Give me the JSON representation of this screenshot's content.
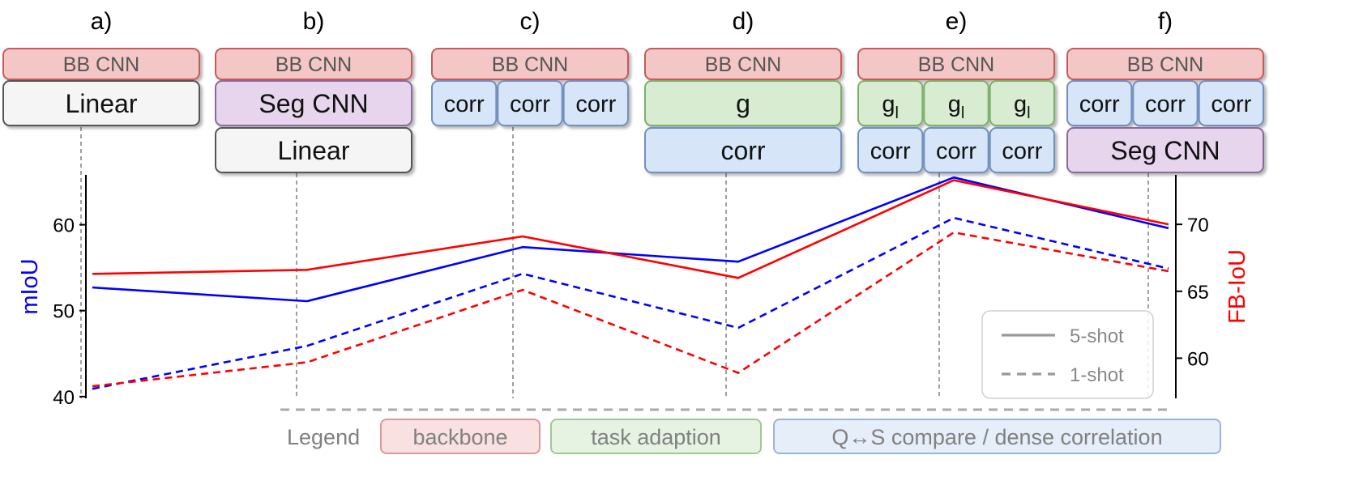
{
  "colors": {
    "backbone_fill": "#f4c7c7",
    "backbone_stroke": "#c85a5a",
    "linear_fill": "#f5f5f5",
    "linear_stroke": "#555555",
    "seg_fill": "#e6d5ec",
    "seg_stroke": "#8a6a9a",
    "corr_fill": "#d6e6f8",
    "corr_stroke": "#6f8fbf",
    "g_fill": "#d8ecd2",
    "g_stroke": "#7ab06a",
    "miou": "#0000ff",
    "fbiou": "#ff0000",
    "guide": "#888888"
  },
  "architectures": [
    {
      "label": "a)",
      "layers": [
        [
          "BB CNN"
        ],
        [
          "Linear"
        ]
      ]
    },
    {
      "label": "b)",
      "layers": [
        [
          "BB CNN"
        ],
        [
          "Seg CNN"
        ],
        [
          "Linear"
        ]
      ]
    },
    {
      "label": "c)",
      "layers": [
        [
          "BB CNN"
        ],
        [
          "corr",
          "corr",
          "corr"
        ]
      ]
    },
    {
      "label": "d)",
      "layers": [
        [
          "BB CNN"
        ],
        [
          "g"
        ],
        [
          "corr"
        ]
      ]
    },
    {
      "label": "e)",
      "layers": [
        [
          "BB CNN"
        ],
        [
          "g",
          "g",
          "g"
        ],
        [
          "corr",
          "corr",
          "corr"
        ]
      ]
    },
    {
      "label": "f)",
      "layers": [
        [
          "BB CNN"
        ],
        [
          "corr",
          "corr",
          "corr"
        ],
        [
          "Seg CNN"
        ]
      ]
    }
  ],
  "g_subscript": "l",
  "chart_data": {
    "type": "line",
    "x": [
      "a)",
      "b)",
      "c)",
      "d)",
      "e)",
      "f)"
    ],
    "y_left": {
      "label": "mIoU",
      "ticks": [
        40,
        50,
        60
      ],
      "lim": [
        39.8,
        65.8
      ]
    },
    "y_right": {
      "label": "FB-IoU",
      "ticks": [
        60,
        65,
        70
      ],
      "lim": [
        57.0,
        73.7
      ]
    },
    "series": [
      {
        "name": "",
        "axis": "left",
        "shot": "5-shot",
        "values": [
          52.7,
          51.1,
          57.4,
          55.7,
          65.5,
          59.6
        ]
      },
      {
        "name": "",
        "axis": "left",
        "shot": "1-shot",
        "values": [
          40.9,
          45.9,
          54.3,
          48.0,
          60.8,
          54.9
        ]
      },
      {
        "name": "",
        "axis": "right",
        "shot": "5-shot",
        "values": [
          66.3,
          66.6,
          69.1,
          66.0,
          73.3,
          70.0
        ]
      },
      {
        "name": "",
        "axis": "right",
        "shot": "1-shot",
        "values": [
          57.9,
          59.7,
          65.1,
          58.9,
          69.4,
          66.5
        ]
      }
    ],
    "line_legend": [
      {
        "style": "solid",
        "label": "5-shot"
      },
      {
        "style": "dashed",
        "label": "1-shot"
      }
    ]
  },
  "legend": {
    "title": "Legend",
    "items": [
      {
        "key": "backbone",
        "label": "backbone"
      },
      {
        "key": "g",
        "label": "task adaption"
      },
      {
        "key": "corr",
        "label": "Q↔S compare / dense correlation"
      }
    ]
  }
}
